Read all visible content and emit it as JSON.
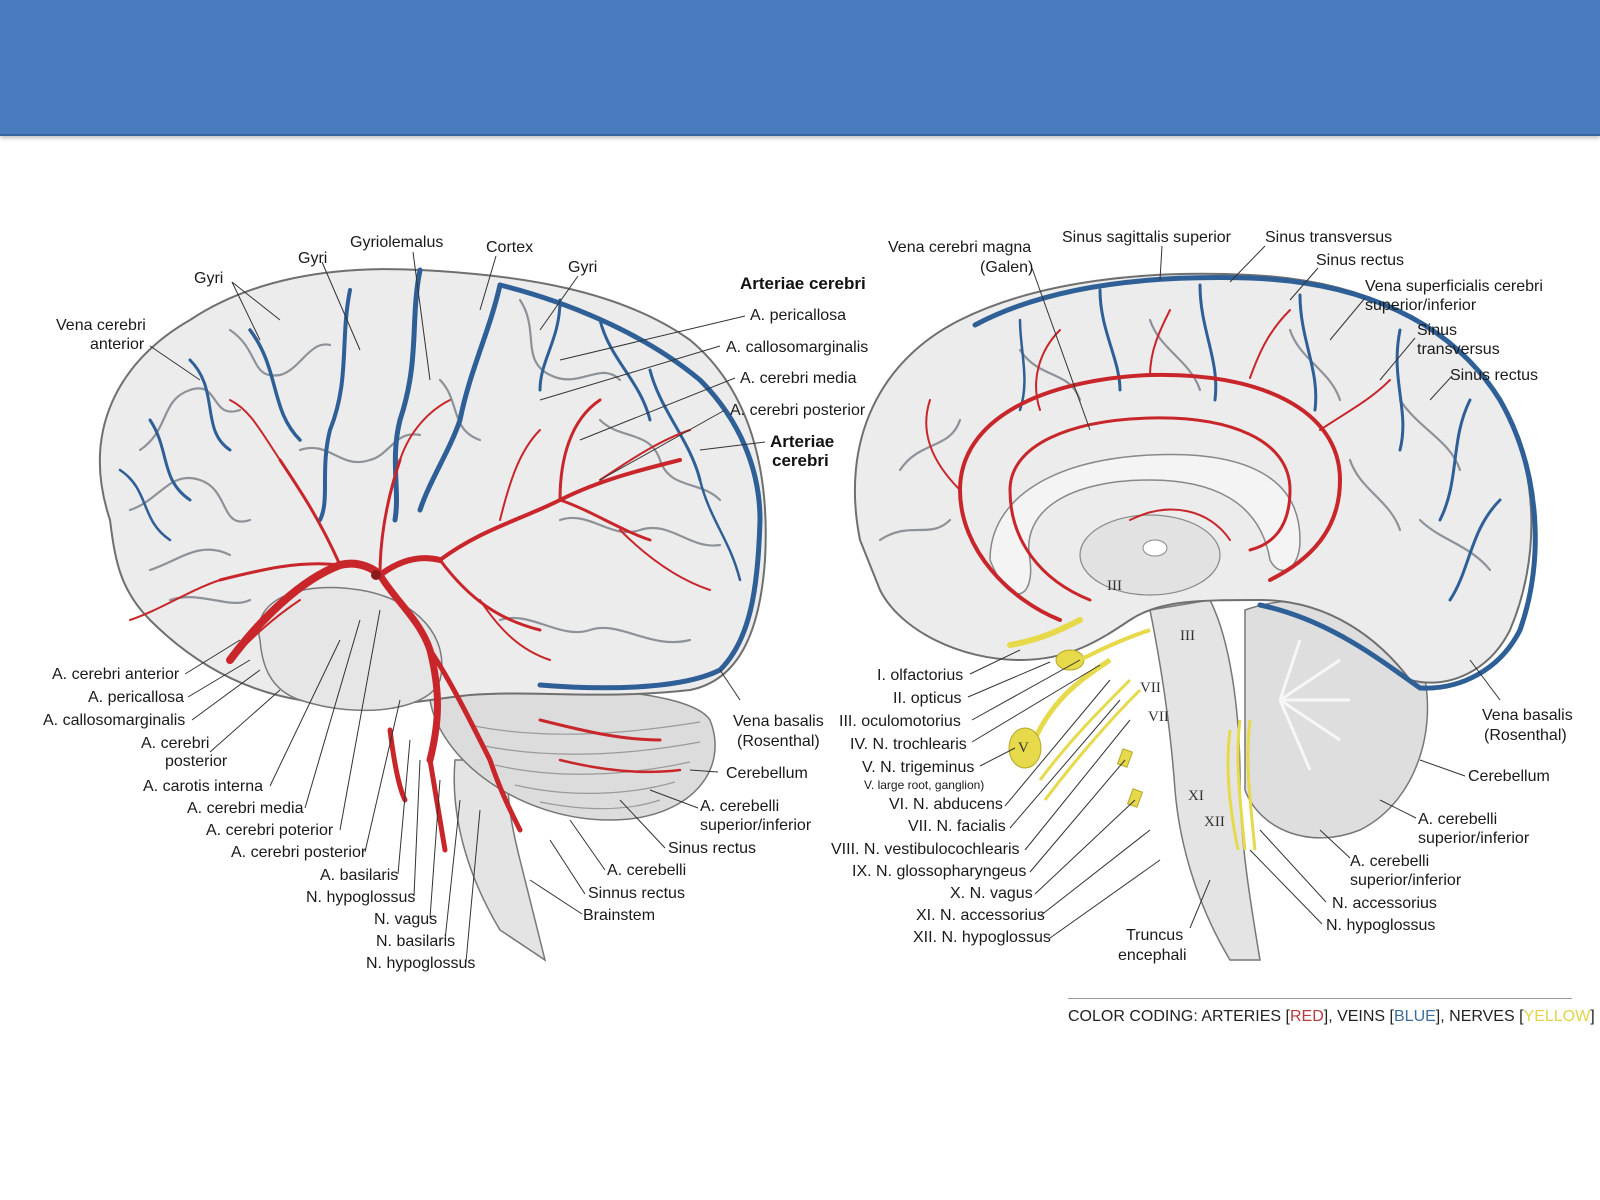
{
  "header": {
    "title": ""
  },
  "left_panel": {
    "section_title": "Arteriae cerebri",
    "section_title_repeat": [
      "Arteriae",
      "cerebri"
    ],
    "labels": {
      "gyri_top": "Gyri",
      "gyriolemalus": "Gyriolemalus",
      "cortex": "Cortex",
      "gyri_right": "Gyri",
      "gyri_left": "Gyri",
      "vena_cerebri_anterior": [
        "Vena cerebri",
        "anterior"
      ],
      "a_pericallosa_top": "A. pericallosa",
      "a_callosomarginalis_top": "A. callosomarginalis",
      "a_cerebri_media_top": "A. cerebri media",
      "a_cerebri_posterior_top": "A. cerebri posterior",
      "vena_basalis": [
        "Vena basalis",
        "(Rosenthal)"
      ],
      "cerebellum": "Cerebellum",
      "a_cerebelli": [
        "A. cerebelli",
        "superior/inferior"
      ],
      "sinus_rectus": "Sinus rectus",
      "a_cerebelli_2": "A. cerebelli",
      "sinnus_rectus": "Sinnus rectus",
      "brainstem": "Brainstem",
      "bottom_left": [
        "A. cerebri anterior",
        "A. pericallosa",
        "A. callosomarginalis",
        "A. cerebri",
        "posterior",
        "A. carotis interna",
        "A. cerebri media",
        "A. cerebri poterior",
        "A. cerebri posterior",
        "A. basilaris",
        "N. hypoglossus",
        "N. vagus",
        "N. basilaris",
        "N. hypoglossus"
      ]
    }
  },
  "right_panel": {
    "labels": {
      "vena_cerebri_magna": [
        "Vena cerebri magna",
        "(Galen)"
      ],
      "sinus_sagittalis_superior": "Sinus sagittalis superior",
      "sinus_transversus_top": "Sinus transversus",
      "sinus_rectus_top": "Sinus rectus",
      "vena_superficialis": [
        "Vena superficialis cerebri",
        "superior/inferior"
      ],
      "sinus_transversus_2": [
        "Sinus",
        "transversus"
      ],
      "sinus_rectus_2": "Sinus rectus",
      "vena_basalis": [
        "Vena basalis",
        "(Rosenthal)"
      ],
      "cerebellum": "Cerebellum",
      "a_cerebelli_1": [
        "A. cerebelli",
        "superior/inferior"
      ],
      "a_cerebelli_2": [
        "A. cerebelli",
        "superior/inferior"
      ],
      "n_accessorius": "N. accessorius",
      "n_hypoglossus": "N. hypoglossus",
      "truncus": [
        "Truncus",
        "encephali"
      ],
      "cranial_nerves": [
        "I. olfactorius",
        "II. opticus",
        "III. oculomotorius",
        "IV. N. trochlearis",
        "V. N. trigeminus",
        "V. large root, ganglion)",
        "VI. N. abducens",
        "VII. N. facialis",
        "VIII. N. vestibulocochlearis",
        "IX. N. glossopharyngeus",
        "X. N. vagus",
        "XI. N. accessorius",
        "XII. N. hypoglossus"
      ],
      "roman_marks": [
        "III",
        "III",
        "VII",
        "VII",
        "V",
        "XI",
        "XII"
      ]
    }
  },
  "legend": {
    "prefix": "COLOR CODING: ARTERIES [",
    "arteries": "RED",
    "mid1": "],  VEINS [",
    "veins": "BLUE",
    "mid2": "],  NERVES [",
    "nerves": "YELLOW",
    "suffix": "]"
  },
  "colors": {
    "header": "#4a7bbf",
    "arteries": "#c8262a",
    "veins": "#2e5f96",
    "nerves": "#e6d94a",
    "brain_fill": "#ececec"
  }
}
